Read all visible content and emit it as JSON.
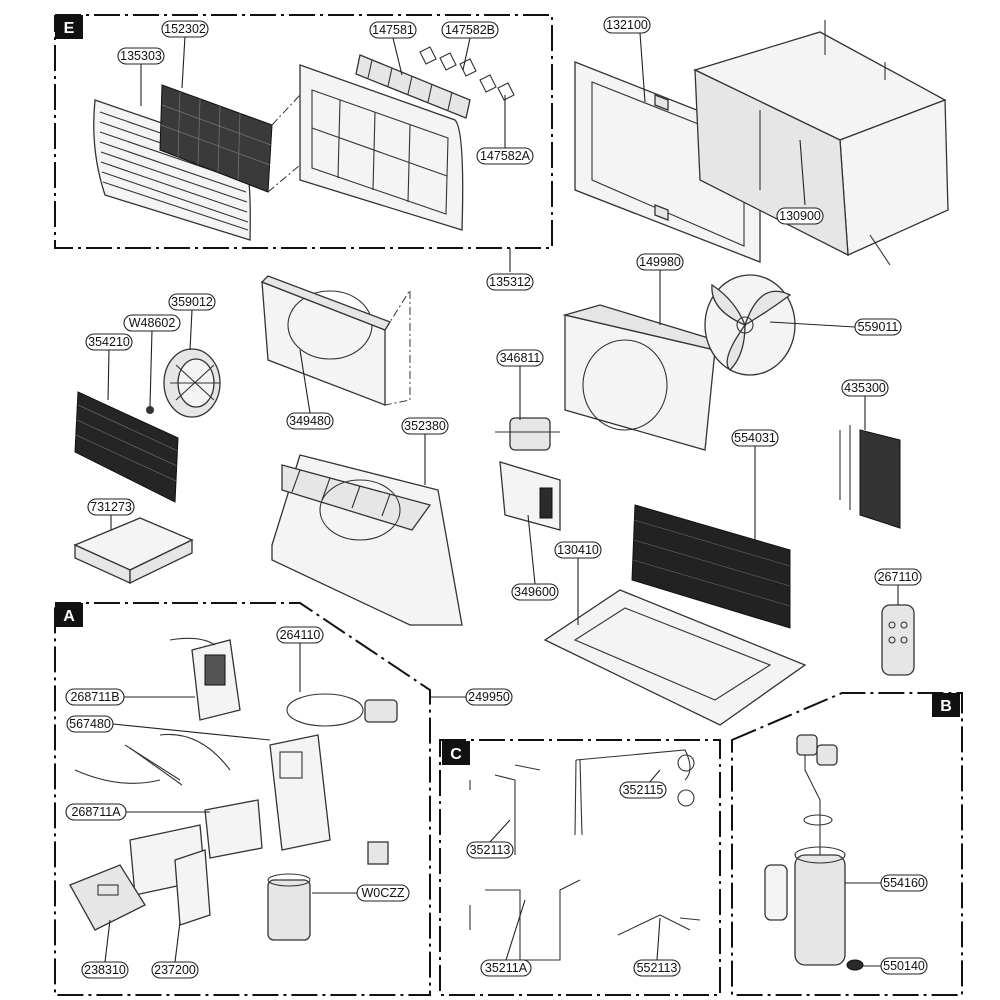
{
  "sections": [
    {
      "id": "E",
      "label": "E"
    },
    {
      "id": "A",
      "label": "A"
    },
    {
      "id": "B",
      "label": "B"
    },
    {
      "id": "C",
      "label": "C"
    }
  ],
  "parts": [
    {
      "id": "p152302",
      "label": "152302"
    },
    {
      "id": "p135303",
      "label": "135303"
    },
    {
      "id": "p147581",
      "label": "147581"
    },
    {
      "id": "p147582B",
      "label": "147582B"
    },
    {
      "id": "p147582A",
      "label": "147582A"
    },
    {
      "id": "p135312",
      "label": "135312"
    },
    {
      "id": "p132100",
      "label": "132100"
    },
    {
      "id": "p130900",
      "label": "130900"
    },
    {
      "id": "p149980",
      "label": "149980"
    },
    {
      "id": "p559011",
      "label": "559011"
    },
    {
      "id": "p359012",
      "label": "359012"
    },
    {
      "id": "pW48602",
      "label": "W48602"
    },
    {
      "id": "p354210",
      "label": "354210"
    },
    {
      "id": "p349480",
      "label": "349480"
    },
    {
      "id": "p346811",
      "label": "346811"
    },
    {
      "id": "p352380",
      "label": "352380"
    },
    {
      "id": "p435300",
      "label": "435300"
    },
    {
      "id": "p554031",
      "label": "554031"
    },
    {
      "id": "p731273",
      "label": "731273"
    },
    {
      "id": "p349600",
      "label": "349600"
    },
    {
      "id": "p130410",
      "label": "130410"
    },
    {
      "id": "p267110",
      "label": "267110"
    },
    {
      "id": "p264110",
      "label": "264110"
    },
    {
      "id": "p249950",
      "label": "249950"
    },
    {
      "id": "p268711B",
      "label": "268711B"
    },
    {
      "id": "p567480",
      "label": "567480"
    },
    {
      "id": "p268711A",
      "label": "268711A"
    },
    {
      "id": "pW0CZZ",
      "label": "W0CZZ"
    },
    {
      "id": "p238310",
      "label": "238310"
    },
    {
      "id": "p237200",
      "label": "237200"
    },
    {
      "id": "p352115",
      "label": "352115"
    },
    {
      "id": "p352113",
      "label": "352113"
    },
    {
      "id": "p35211A",
      "label": "35211A"
    },
    {
      "id": "p552113",
      "label": "552113"
    },
    {
      "id": "p554160",
      "label": "554160"
    },
    {
      "id": "p550140",
      "label": "550140"
    }
  ]
}
